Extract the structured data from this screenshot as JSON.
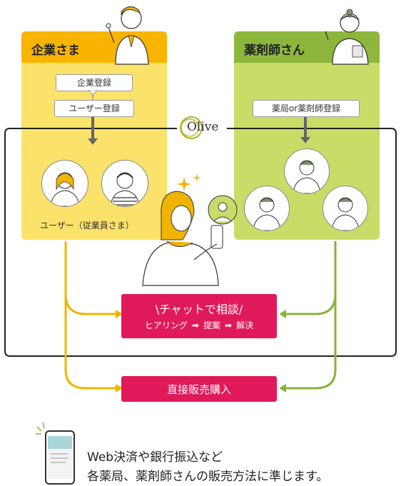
{
  "company_panel": {
    "title": "企業さま",
    "step_register": "企業登録",
    "step_user": "ユーザー登録",
    "users_label": "ユーザー（従業員さま）"
  },
  "pharmacy_panel": {
    "title": "薬剤師さん",
    "step_register": "薬局or薬剤師登録"
  },
  "platform": {
    "name": "Olive"
  },
  "chat_box": {
    "title": "\\チャットで相談/",
    "flow": [
      "ヒアリング",
      "提案",
      "解決"
    ]
  },
  "purchase_box": {
    "label": "直接販売購入"
  },
  "note": {
    "line1": "Web決済や銀行振込など",
    "line2": "各薬局、薬剤師さんの販売方法に準じます。"
  },
  "colors": {
    "company_bg": "#fbe26a",
    "company_head": "#f8b400",
    "pharmacy_bg": "#c9dc68",
    "pharmacy_head": "#8db63c",
    "accent": "#e0195a",
    "arrow_yellow": "#f0b400",
    "arrow_green": "#86b33c"
  }
}
